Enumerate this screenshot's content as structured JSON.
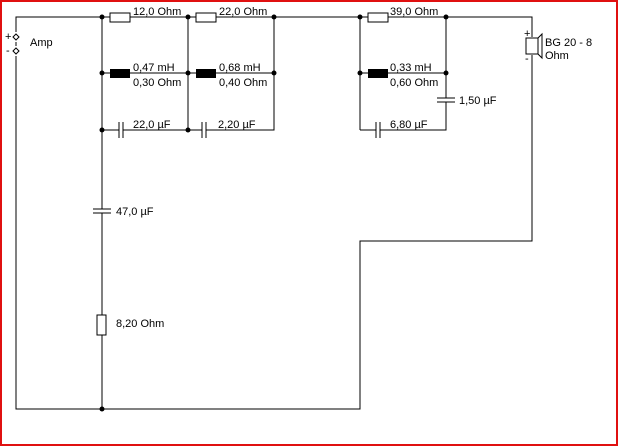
{
  "amp": {
    "label": "Amp",
    "plus": "+",
    "minus": "-"
  },
  "components": {
    "r1": "12,0 Ohm",
    "r2": "22,0 Ohm",
    "r3": "39,0 Ohm",
    "l1_value": "0,47 mH",
    "l1_res": "0,30 Ohm",
    "l2_value": "0,68 mH",
    "l2_res": "0,40 Ohm",
    "l3_value": "0,33 mH",
    "l3_res": "0,60 Ohm",
    "c1": "22,0 µF",
    "c2": "2,20 µF",
    "c3": "6,80 µF",
    "c4": "1,50 µF",
    "c5": "47,0 µF",
    "r4": "8,20 Ohm"
  },
  "speaker": {
    "name_line1": "BG 20 - 8",
    "name_line2": "Ohm",
    "plus": "+",
    "minus": "-"
  }
}
